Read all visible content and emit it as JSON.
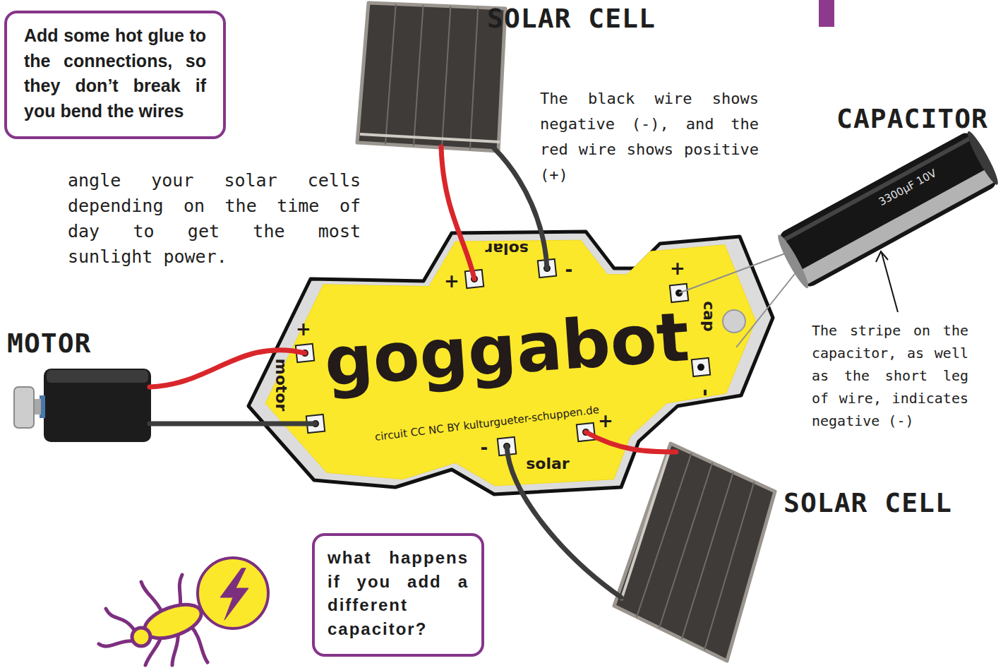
{
  "diagram": {
    "nodes": [
      {
        "text": [
          "Add some hot glue to the connections, so they don’t break if you bend the wires"
        ]
      },
      {
        "text": [
          "solar",
          "+",
          "-",
          "+",
          "cap",
          "-",
          "+",
          "motor",
          "goggabot",
          "circuit CC NC BY kulturgueter-schuppen.de",
          "-",
          "solar",
          "+"
        ]
      },
      {
        "text": [
          "what happens if you add a different capacitor?"
        ]
      }
    ],
    "labels": [
      "SOLAR CELL",
      "The black wire shows negative (-), and the red wire shows positive (+)",
      "CAPACITOR",
      "angle your solar cells depending on the time of day to get the most sunlight power.",
      "MOTOR",
      "The stripe on the capacitor, as well as the short leg of wire, indicates negative (-)",
      "SOLAR CELL",
      "3300µF 10V"
    ]
  }
}
